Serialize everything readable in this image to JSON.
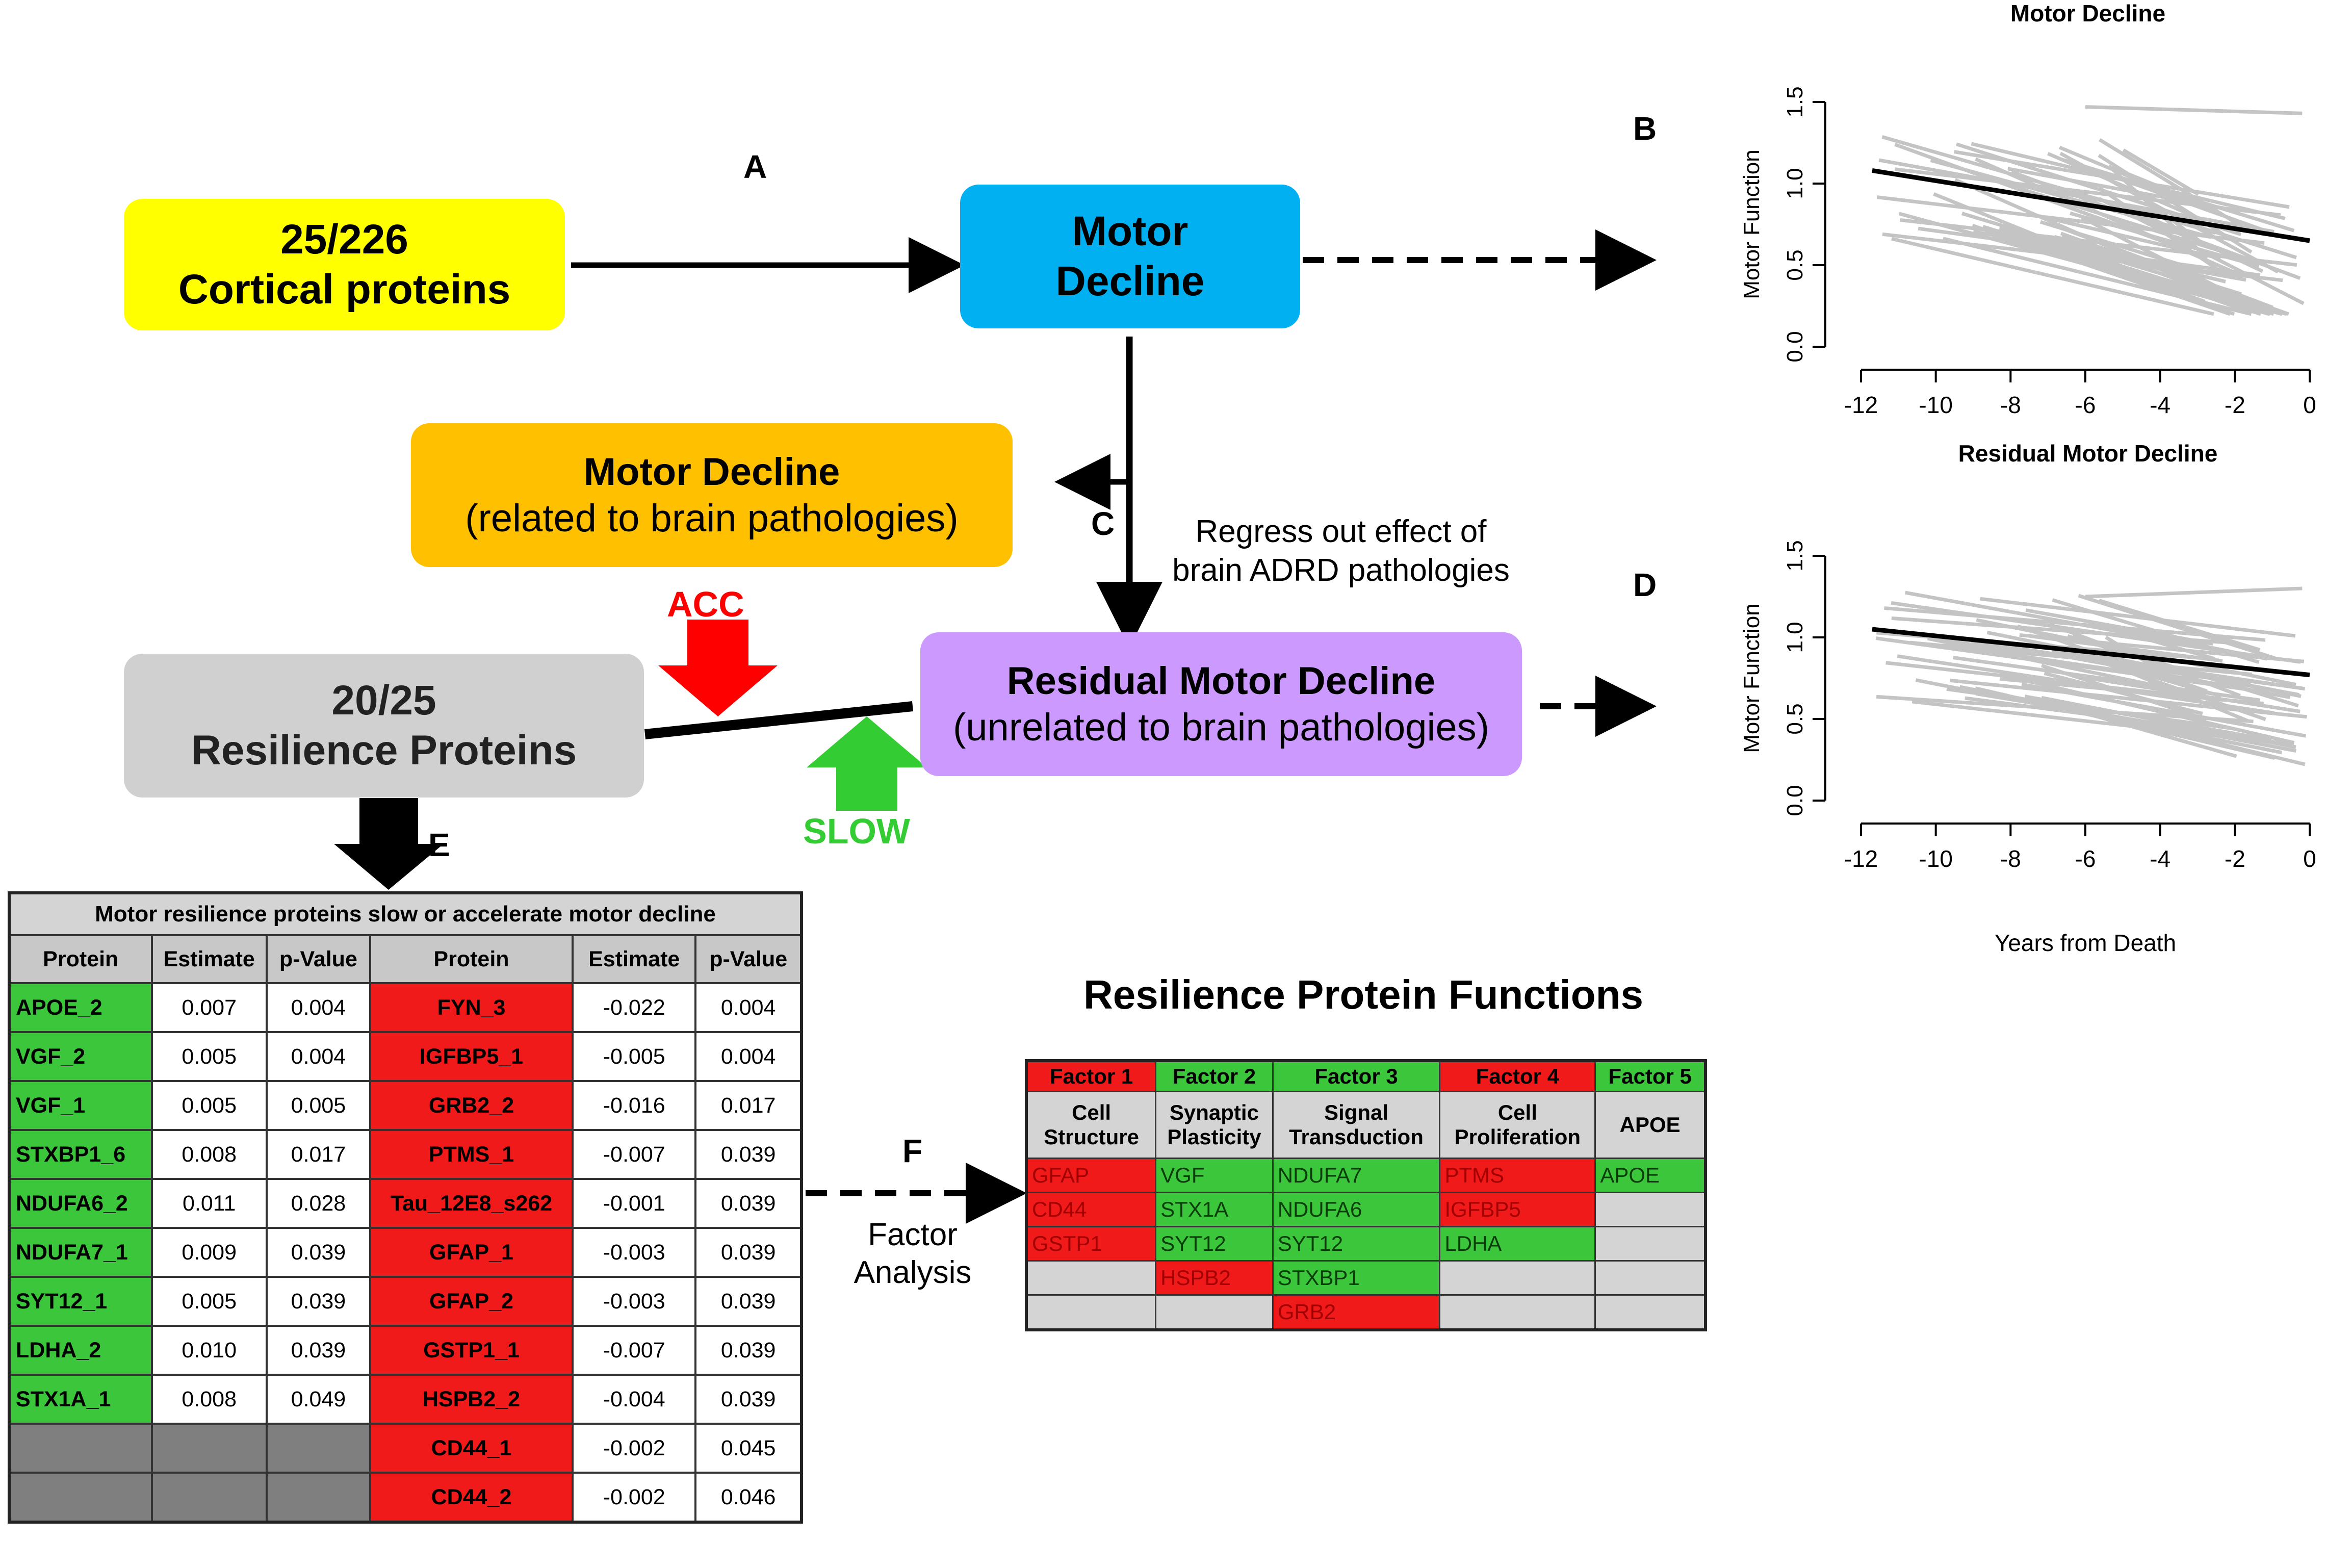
{
  "panels": {
    "a": "A",
    "b": "B",
    "c": "C",
    "d": "D",
    "e": "E",
    "f": "F"
  },
  "boxes": {
    "cortical": {
      "line1": "25/226",
      "line2": "Cortical proteins"
    },
    "motor": {
      "line1": "Motor",
      "line2": "Decline"
    },
    "motor_related": {
      "line1": "Motor Decline",
      "line2": "(related to brain pathologies)"
    },
    "resilience": {
      "line1": "20/25",
      "line2": "Resilience Proteins"
    },
    "residual": {
      "line1": "Residual Motor Decline",
      "line2": "(unrelated to brain pathologies)"
    }
  },
  "labels": {
    "regress_line1": "Regress out effect of",
    "regress_line2": "brain ADRD pathologies",
    "acc": "ACC",
    "slow": "SLOW",
    "factor_line1": "Factor",
    "factor_line2": "Analysis"
  },
  "colors": {
    "yellow": "#ffff00",
    "blue": "#00b0f0",
    "orange": "#ffc000",
    "gray": "#d0d0d0",
    "purple": "#cc99ff",
    "red": "#ff0000",
    "green": "#33cc33"
  },
  "chart_data": [
    {
      "type": "line",
      "title": "Motor Decline",
      "xlabel": "",
      "ylabel": "Motor Function",
      "xlim": [
        -12,
        0
      ],
      "ylim": [
        0,
        1.5
      ],
      "xticks": [
        "-12",
        "-10",
        "-8",
        "-6",
        "-4",
        "-2",
        "0"
      ],
      "yticks": [
        "0.0",
        "0.5",
        "1.0",
        "1.5"
      ],
      "series": [
        {
          "x": [
            -11.7,
            0
          ],
          "y": [
            1.08,
            0.65
          ]
        }
      ]
    },
    {
      "type": "line",
      "title": "Residual Motor Decline",
      "xlabel": "Years from Death",
      "ylabel": "Motor Function",
      "xlim": [
        -12,
        0
      ],
      "ylim": [
        0,
        1.5
      ],
      "xticks": [
        "-12",
        "-10",
        "-8",
        "-6",
        "-4",
        "-2",
        "0"
      ],
      "yticks": [
        "0.0",
        "0.5",
        "1.0",
        "1.5"
      ],
      "series": [
        {
          "x": [
            -11.7,
            0
          ],
          "y": [
            1.05,
            0.77
          ]
        }
      ]
    }
  ],
  "table_e": {
    "title": "Motor resilience proteins slow or accelerate motor decline",
    "headers": [
      "Protein",
      "Estimate",
      "p-Value",
      "Protein",
      "Estimate",
      "p-Value"
    ],
    "rows": [
      [
        "APOE_2",
        "0.007",
        "0.004",
        "FYN_3",
        "-0.022",
        "0.004"
      ],
      [
        "VGF_2",
        "0.005",
        "0.004",
        "IGFBP5_1",
        "-0.005",
        "0.004"
      ],
      [
        "VGF_1",
        "0.005",
        "0.005",
        "GRB2_2",
        "-0.016",
        "0.017"
      ],
      [
        "STXBP1_6",
        "0.008",
        "0.017",
        "PTMS_1",
        "-0.007",
        "0.039"
      ],
      [
        "NDUFA6_2",
        "0.011",
        "0.028",
        "Tau_12E8_s262",
        "-0.001",
        "0.039"
      ],
      [
        "NDUFA7_1",
        "0.009",
        "0.039",
        "GFAP_1",
        "-0.003",
        "0.039"
      ],
      [
        "SYT12_1",
        "0.005",
        "0.039",
        "GFAP_2",
        "-0.003",
        "0.039"
      ],
      [
        "LDHA_2",
        "0.010",
        "0.039",
        "GSTP1_1",
        "-0.007",
        "0.039"
      ],
      [
        "STX1A_1",
        "0.008",
        "0.049",
        "HSPB2_2",
        "-0.004",
        "0.039"
      ],
      [
        "",
        "",
        "",
        "CD44_1",
        "-0.002",
        "0.045"
      ],
      [
        "",
        "",
        "",
        "CD44_2",
        "-0.002",
        "0.046"
      ]
    ]
  },
  "table_f": {
    "title": "Resilience Protein Functions",
    "factors": [
      "Factor 1",
      "Factor 2",
      "Factor 3",
      "Factor 4",
      "Factor 5"
    ],
    "functions": [
      [
        "Cell",
        "Structure"
      ],
      [
        "Synaptic",
        "Plasticity"
      ],
      [
        "Signal",
        "Transduction"
      ],
      [
        "Cell",
        "Proliferation"
      ],
      [
        "APOE",
        ""
      ]
    ],
    "rows": [
      [
        "GFAP",
        "VGF",
        "NDUFA7",
        "PTMS",
        "APOE"
      ],
      [
        "CD44",
        "STX1A",
        "NDUFA6",
        "IGFBP5",
        ""
      ],
      [
        "GSTP1",
        "SYT12",
        "SYT12",
        "LDHA",
        ""
      ],
      [
        "",
        "HSPB2",
        "STXBP1",
        "",
        ""
      ],
      [
        "",
        "",
        "GRB2",
        "",
        ""
      ]
    ]
  }
}
